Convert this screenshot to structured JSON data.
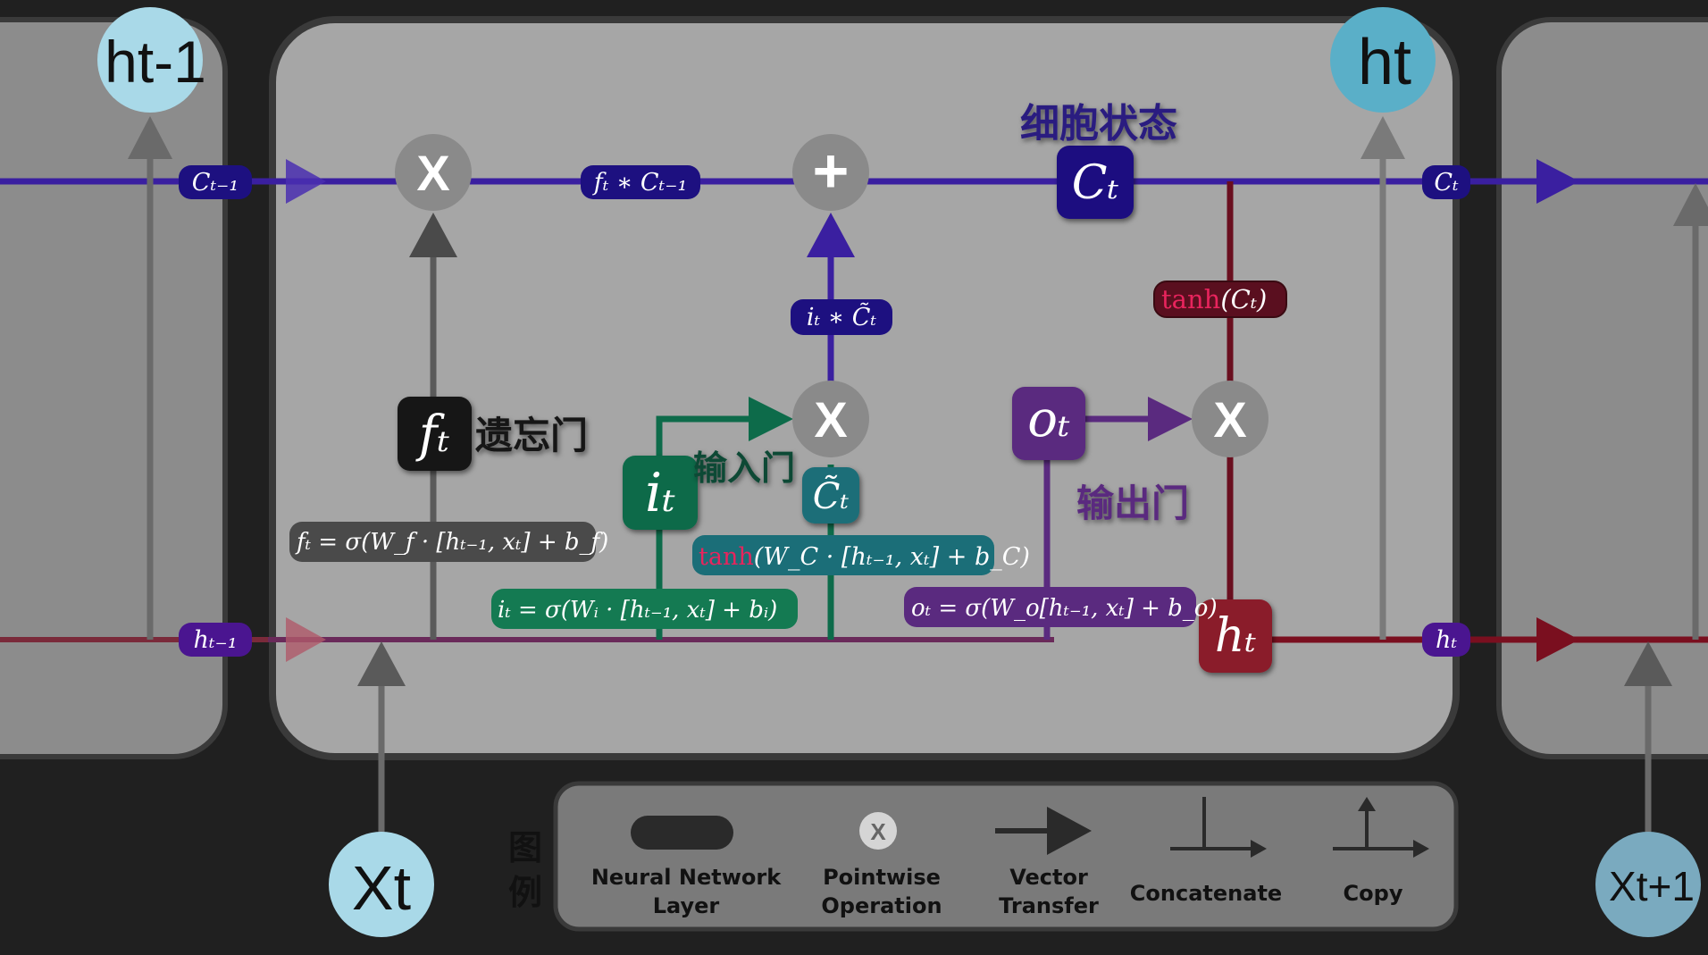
{
  "nodes": {
    "h_prev": "ht-1",
    "h_out": "ht",
    "x_in": "Xt",
    "x_next": "Xt+1"
  },
  "labels": {
    "cell_state": "细胞状态",
    "forget_gate": "遗忘门",
    "input_gate": "输入门",
    "output_gate": "输出门",
    "legend_title_1": "图",
    "legend_title_2": "例"
  },
  "ops": {
    "multiply": "X",
    "add": "+"
  },
  "math": {
    "c_prev": "Cₜ₋₁",
    "c_out": "Cₜ",
    "c_state": "Cₜ",
    "h_prev": "hₜ₋₁",
    "h_out": "hₜ",
    "h_state": "hₜ",
    "ft": "fₜ",
    "it": "iₜ",
    "ot": "oₜ",
    "c_tilde": "C̃ₜ",
    "ft_times_c": "fₜ ∗ Cₜ₋₁",
    "it_times_ctilde": "iₜ ∗ C̃ₜ",
    "tanh_word": "tanh",
    "tanh_ct_arg": "(Cₜ)",
    "eq_forget": "fₜ = σ(W_f · [hₜ₋₁, xₜ] + b_f)",
    "eq_input": "iₜ = σ(Wᵢ · [hₜ₋₁, xₜ] + bᵢ)",
    "eq_cand_arg": "(W_C · [hₜ₋₁, xₜ] + b_C)",
    "eq_output": "oₜ = σ(W_o[hₜ₋₁, xₜ] + b_o)"
  },
  "legend": {
    "items": [
      {
        "line1": "Neural Network",
        "line2": "Layer"
      },
      {
        "line1": "Pointwise",
        "line2": "Operation",
        "symbol": "X"
      },
      {
        "line1": "Vector",
        "line2": "Transfer"
      },
      {
        "line1": "Concatenate",
        "line2": ""
      },
      {
        "line1": "Copy",
        "line2": ""
      }
    ]
  },
  "colors": {
    "background": "#202020",
    "cell_box": "#a6a6a6",
    "cell_state_line": "#3a1fa0",
    "hidden_line": "#6a0f1f",
    "forget": "#151515",
    "input": "#0d6b4a",
    "candidate": "#1b6e78",
    "output": "#5a2a7f",
    "tanh_red": "#e8245d",
    "node_blue": "#a9d9e8"
  }
}
